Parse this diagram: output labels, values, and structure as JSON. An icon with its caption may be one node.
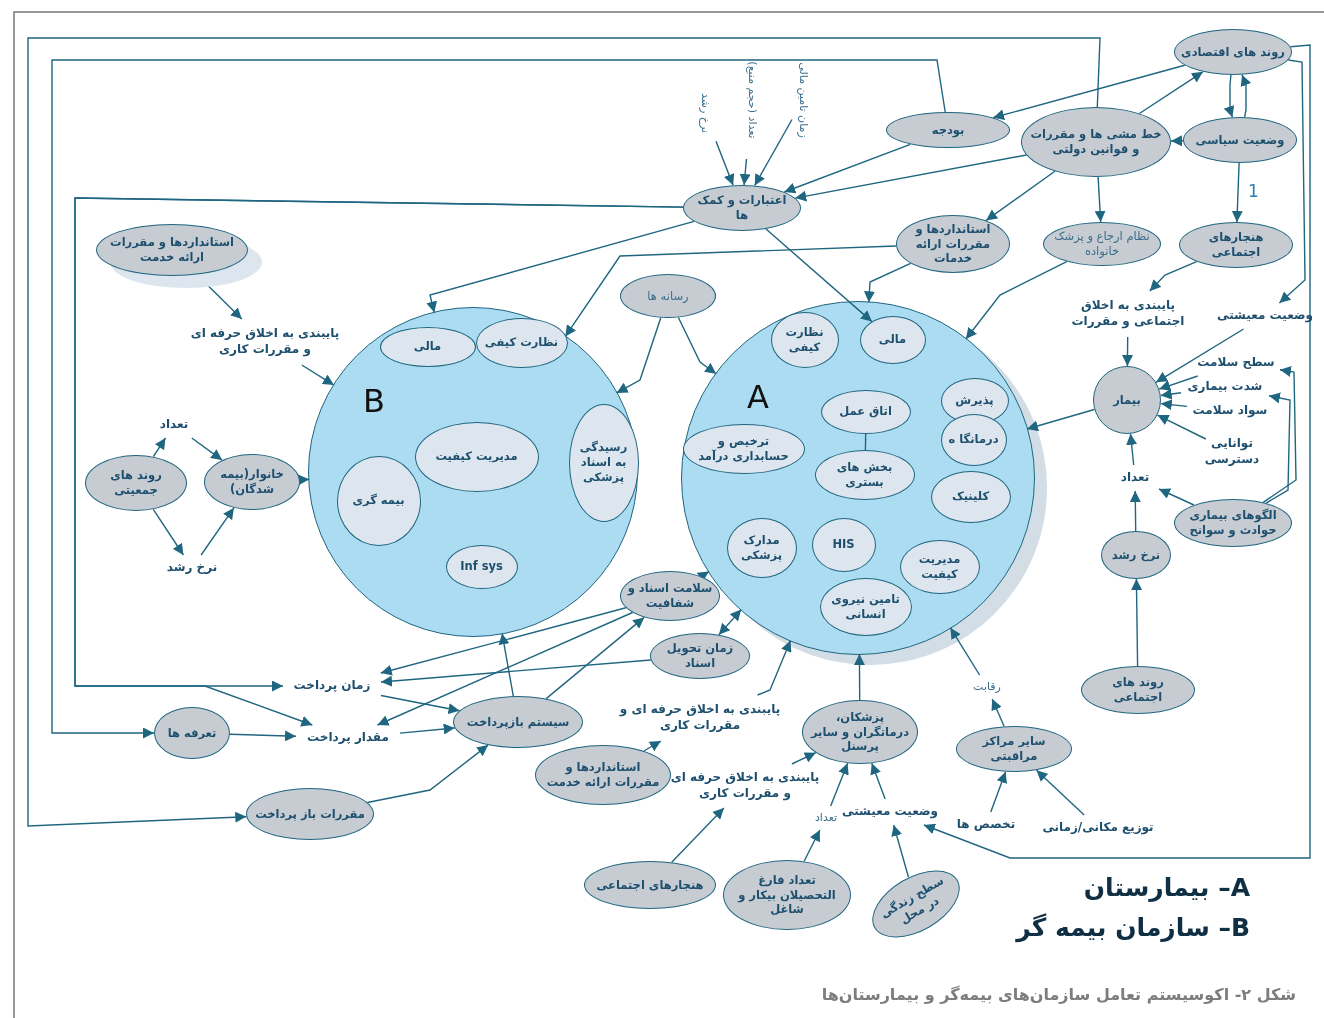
{
  "diagram": {
    "caption": "شکل ۲- اکوسیستم تعامل سازمان‌های بیمه‌گر و بیمارستان‌ها",
    "nodes": [
      {
        "text": [
          "روند های اقتصادی"
        ]
      },
      {
        "text": [
          "وضعیت سیاسی"
        ]
      },
      {
        "text": [
          "خط مشی ها و مقررات و قوانین دولتی"
        ]
      },
      {
        "text": [
          "بودجه"
        ]
      },
      {
        "text": [
          "اعتبارات و کمک ها"
        ]
      },
      {
        "text": [
          "استانداردها و مقررات ارائه خدمات"
        ]
      },
      {
        "text": [
          "نظام ارجاع و پزشک خانواده"
        ]
      },
      {
        "text": [
          "هنجارهای اجتماعی"
        ]
      },
      {
        "text": [
          "استانداردها و مقررات ارائه خدمت"
        ]
      },
      {
        "text": [
          "رسانه ها"
        ]
      },
      {
        "text": [
          "B"
        ]
      },
      {
        "text": [
          "مالی"
        ],
        "in": 10
      },
      {
        "text": [
          "نظارت کیفی"
        ],
        "in": 10
      },
      {
        "text": [
          "مدیریت کیفیت"
        ],
        "in": 10
      },
      {
        "text": [
          "بیمه گری"
        ],
        "in": 10
      },
      {
        "text": [
          "رسیدگی به اسناد پزشکی"
        ],
        "in": 10
      },
      {
        "text": [
          "Inf sys"
        ],
        "in": 10
      },
      {
        "text": [
          "A"
        ]
      },
      {
        "text": [
          "نظارت کیفی"
        ],
        "in": 17
      },
      {
        "text": [
          "مالی"
        ],
        "in": 17
      },
      {
        "text": [
          "پذیرش"
        ],
        "in": 17
      },
      {
        "text": [
          "اتاق عمل"
        ],
        "in": 17
      },
      {
        "text": [
          "ترخیص و حسابداری درآمد"
        ],
        "in": 17
      },
      {
        "text": [
          "درمانگا ه"
        ],
        "in": 17
      },
      {
        "text": [
          "بخش های بستری"
        ],
        "in": 17
      },
      {
        "text": [
          "کلینیک"
        ],
        "in": 17
      },
      {
        "text": [
          "مدارک پزشکی"
        ],
        "in": 17
      },
      {
        "text": [
          "HIS"
        ],
        "in": 17
      },
      {
        "text": [
          "مدیریت کیفیت"
        ],
        "in": 17
      },
      {
        "text": [
          "تامین نیروی انسانی"
        ],
        "in": 17
      },
      {
        "text": [
          "سلامت اسناد و شفافیت"
        ]
      },
      {
        "text": [
          "زمان تحویل اسناد"
        ]
      },
      {
        "text": [
          "سیستم بازپرداخت"
        ]
      },
      {
        "text": [
          "استانداردها و مقررات ارائه خدمت"
        ]
      },
      {
        "text": [
          "پزشکان، درماتگران و سایر پرسنل"
        ]
      },
      {
        "text": [
          "سایر مراکز مراقبتی"
        ]
      },
      {
        "text": [
          "روند های اجتماعی"
        ]
      },
      {
        "text": [
          "نرخ رشد"
        ]
      },
      {
        "text": [
          "بیمار"
        ]
      },
      {
        "text": [
          "الگوهای بیماری حوادث و سوانح"
        ]
      },
      {
        "text": [
          "روند های جمعیتی"
        ]
      },
      {
        "text": [
          "خانوار(بیمه شدگان)"
        ]
      },
      {
        "text": [
          "تعرفه ها"
        ]
      },
      {
        "text": [
          "مقررات باز پرداخت"
        ]
      },
      {
        "text": [
          "هنجارهای اجتماعی"
        ]
      },
      {
        "text": [
          "تعداد فارغ التحصیلان بیکار و شاغل"
        ]
      },
      {
        "text": [
          "سطح زندگی در محل"
        ]
      },
      {
        "text": [
          "نرخ رشد"
        ]
      },
      {
        "text": [
          "تعداد (حجم منبع)"
        ]
      },
      {
        "text": [
          "زمان تامین مالی"
        ]
      },
      {
        "text": [
          "پایبندی به اخلاق حرفه ای و مقررات کاری"
        ]
      },
      {
        "text": [
          "تعداد"
        ]
      },
      {
        "text": [
          "نرخ رشد"
        ]
      },
      {
        "text": [
          "زمان پرداخت"
        ]
      },
      {
        "text": [
          "مقدار پرداخت"
        ]
      },
      {
        "text": [
          "پایبندی به اخلاق حرفه ای و مقررات کاری"
        ]
      },
      {
        "text": [
          "پایبندی به اخلاق حرفه ای و مقررات کاری"
        ]
      },
      {
        "text": [
          "تعداد"
        ]
      },
      {
        "text": [
          "وضعیت معیشتی"
        ]
      },
      {
        "text": [
          "تخصص ها"
        ]
      },
      {
        "text": [
          "توزیع مکانی/زمانی"
        ]
      },
      {
        "text": [
          "رقابت"
        ]
      },
      {
        "text": [
          "پایبندی به اخلاق اجتماعی و مقررات"
        ]
      },
      {
        "text": [
          "وضعیت معیشتی"
        ]
      },
      {
        "text": [
          "سطح سلامت"
        ]
      },
      {
        "text": [
          "شدت بیماری"
        ]
      },
      {
        "text": [
          "سواد سلامت"
        ]
      },
      {
        "text": [
          "توانایی دسترسی"
        ]
      },
      {
        "text": [
          "تعداد"
        ]
      }
    ],
    "edges": [
      {
        "from": 2,
        "to": 0,
        "arrow": "to"
      },
      {
        "from": 0,
        "to": 1,
        "arrow": "to"
      },
      {
        "from": 1,
        "to": 0,
        "arrow": "to"
      },
      {
        "from": 1,
        "to": 2,
        "arrow": "to"
      },
      {
        "from": 0,
        "to": 3,
        "arrow": "to"
      },
      {
        "from": 1,
        "to": 7,
        "arrow": "to",
        "label": "1"
      },
      {
        "from": 0,
        "to": 63,
        "arrow": "to"
      },
      {
        "from": 0,
        "to": 58,
        "arrow": "to"
      },
      {
        "from": 2,
        "to": 4,
        "arrow": "to"
      },
      {
        "from": 3,
        "to": 4,
        "arrow": "to"
      },
      {
        "from": 2,
        "to": 5,
        "arrow": "to"
      },
      {
        "from": 2,
        "to": 6,
        "arrow": "to"
      },
      {
        "from": 2,
        "to": 43,
        "arrow": "to"
      },
      {
        "from": 3,
        "to": 42,
        "arrow": "to"
      },
      {
        "from": 4,
        "to": 53,
        "arrow": "to"
      },
      {
        "from": 4,
        "to": 54,
        "arrow": "to"
      },
      {
        "from": 47,
        "to": 4,
        "arrow": "to"
      },
      {
        "from": 48,
        "to": 4,
        "arrow": "to"
      },
      {
        "from": 49,
        "to": 4,
        "arrow": "to"
      },
      {
        "from": 4,
        "to": 10,
        "arrow": "to"
      },
      {
        "from": 4,
        "to": 19,
        "arrow": "to"
      },
      {
        "from": 5,
        "to": 10,
        "arrow": "to"
      },
      {
        "from": 5,
        "to": 17,
        "arrow": "to"
      },
      {
        "from": 6,
        "to": 17,
        "arrow": "to"
      },
      {
        "from": 7,
        "to": 62,
        "arrow": "to"
      },
      {
        "from": 9,
        "to": 10,
        "arrow": "to"
      },
      {
        "from": 9,
        "to": 17,
        "arrow": "to"
      },
      {
        "from": 8,
        "to": 50,
        "arrow": "to"
      },
      {
        "from": 50,
        "to": 10,
        "arrow": "to"
      },
      {
        "from": 40,
        "to": 51,
        "arrow": "to"
      },
      {
        "from": 40,
        "to": 52,
        "arrow": "to"
      },
      {
        "from": 51,
        "to": 41,
        "arrow": "to"
      },
      {
        "from": 52,
        "to": 41,
        "arrow": "to"
      },
      {
        "from": 41,
        "to": 10,
        "arrow": "to"
      },
      {
        "from": 42,
        "to": 54,
        "arrow": "to"
      },
      {
        "from": 54,
        "to": 32,
        "arrow": "to"
      },
      {
        "from": 43,
        "to": 32,
        "arrow": "to"
      },
      {
        "from": 53,
        "to": 32,
        "arrow": "to"
      },
      {
        "from": 30,
        "to": 53,
        "arrow": "to"
      },
      {
        "from": 31,
        "to": 53,
        "arrow": "to"
      },
      {
        "from": 30,
        "to": 54,
        "arrow": "to"
      },
      {
        "from": 32,
        "to": 10,
        "arrow": "to"
      },
      {
        "from": 32,
        "to": 30,
        "arrow": "to"
      },
      {
        "from": 30,
        "to": 17,
        "arrow": "to"
      },
      {
        "from": 31,
        "to": 17,
        "arrow": "both"
      },
      {
        "from": 55,
        "to": 17,
        "arrow": "to"
      },
      {
        "from": 34,
        "to": 17,
        "arrow": "to"
      },
      {
        "from": 33,
        "to": 55,
        "arrow": "to"
      },
      {
        "from": 56,
        "to": 34,
        "arrow": "to"
      },
      {
        "from": 44,
        "to": 56,
        "arrow": "to"
      },
      {
        "from": 45,
        "to": 57,
        "arrow": "to"
      },
      {
        "from": 57,
        "to": 34,
        "arrow": "to"
      },
      {
        "from": 58,
        "to": 34,
        "arrow": "to"
      },
      {
        "from": 46,
        "to": 58,
        "arrow": "to"
      },
      {
        "from": 35,
        "to": 61,
        "arrow": "to"
      },
      {
        "from": 61,
        "to": 17,
        "arrow": "to"
      },
      {
        "from": 59,
        "to": 35,
        "arrow": "to"
      },
      {
        "from": 60,
        "to": 35,
        "arrow": "to"
      },
      {
        "from": 36,
        "to": 37,
        "arrow": "to"
      },
      {
        "from": 37,
        "to": 68,
        "arrow": "to"
      },
      {
        "from": 68,
        "to": 38,
        "arrow": "to"
      },
      {
        "from": 39,
        "to": 68,
        "arrow": "to"
      },
      {
        "from": 38,
        "to": 17,
        "arrow": "to"
      },
      {
        "from": 62,
        "to": 38,
        "arrow": "to"
      },
      {
        "from": 63,
        "to": 38,
        "arrow": "to"
      },
      {
        "from": 64,
        "to": 38,
        "arrow": "to"
      },
      {
        "from": 65,
        "to": 38,
        "arrow": "to"
      },
      {
        "from": 66,
        "to": 38,
        "arrow": "to"
      },
      {
        "from": 67,
        "to": 38,
        "arrow": "to"
      },
      {
        "from": 39,
        "to": 64,
        "arrow": "to"
      },
      {
        "from": 39,
        "to": 65,
        "arrow": "to"
      },
      {
        "from": 21,
        "to": 24,
        "arrow": "none"
      }
    ],
    "labels": [
      "A– بیمارستان",
      "B– سازمان بیمه گر"
    ]
  }
}
